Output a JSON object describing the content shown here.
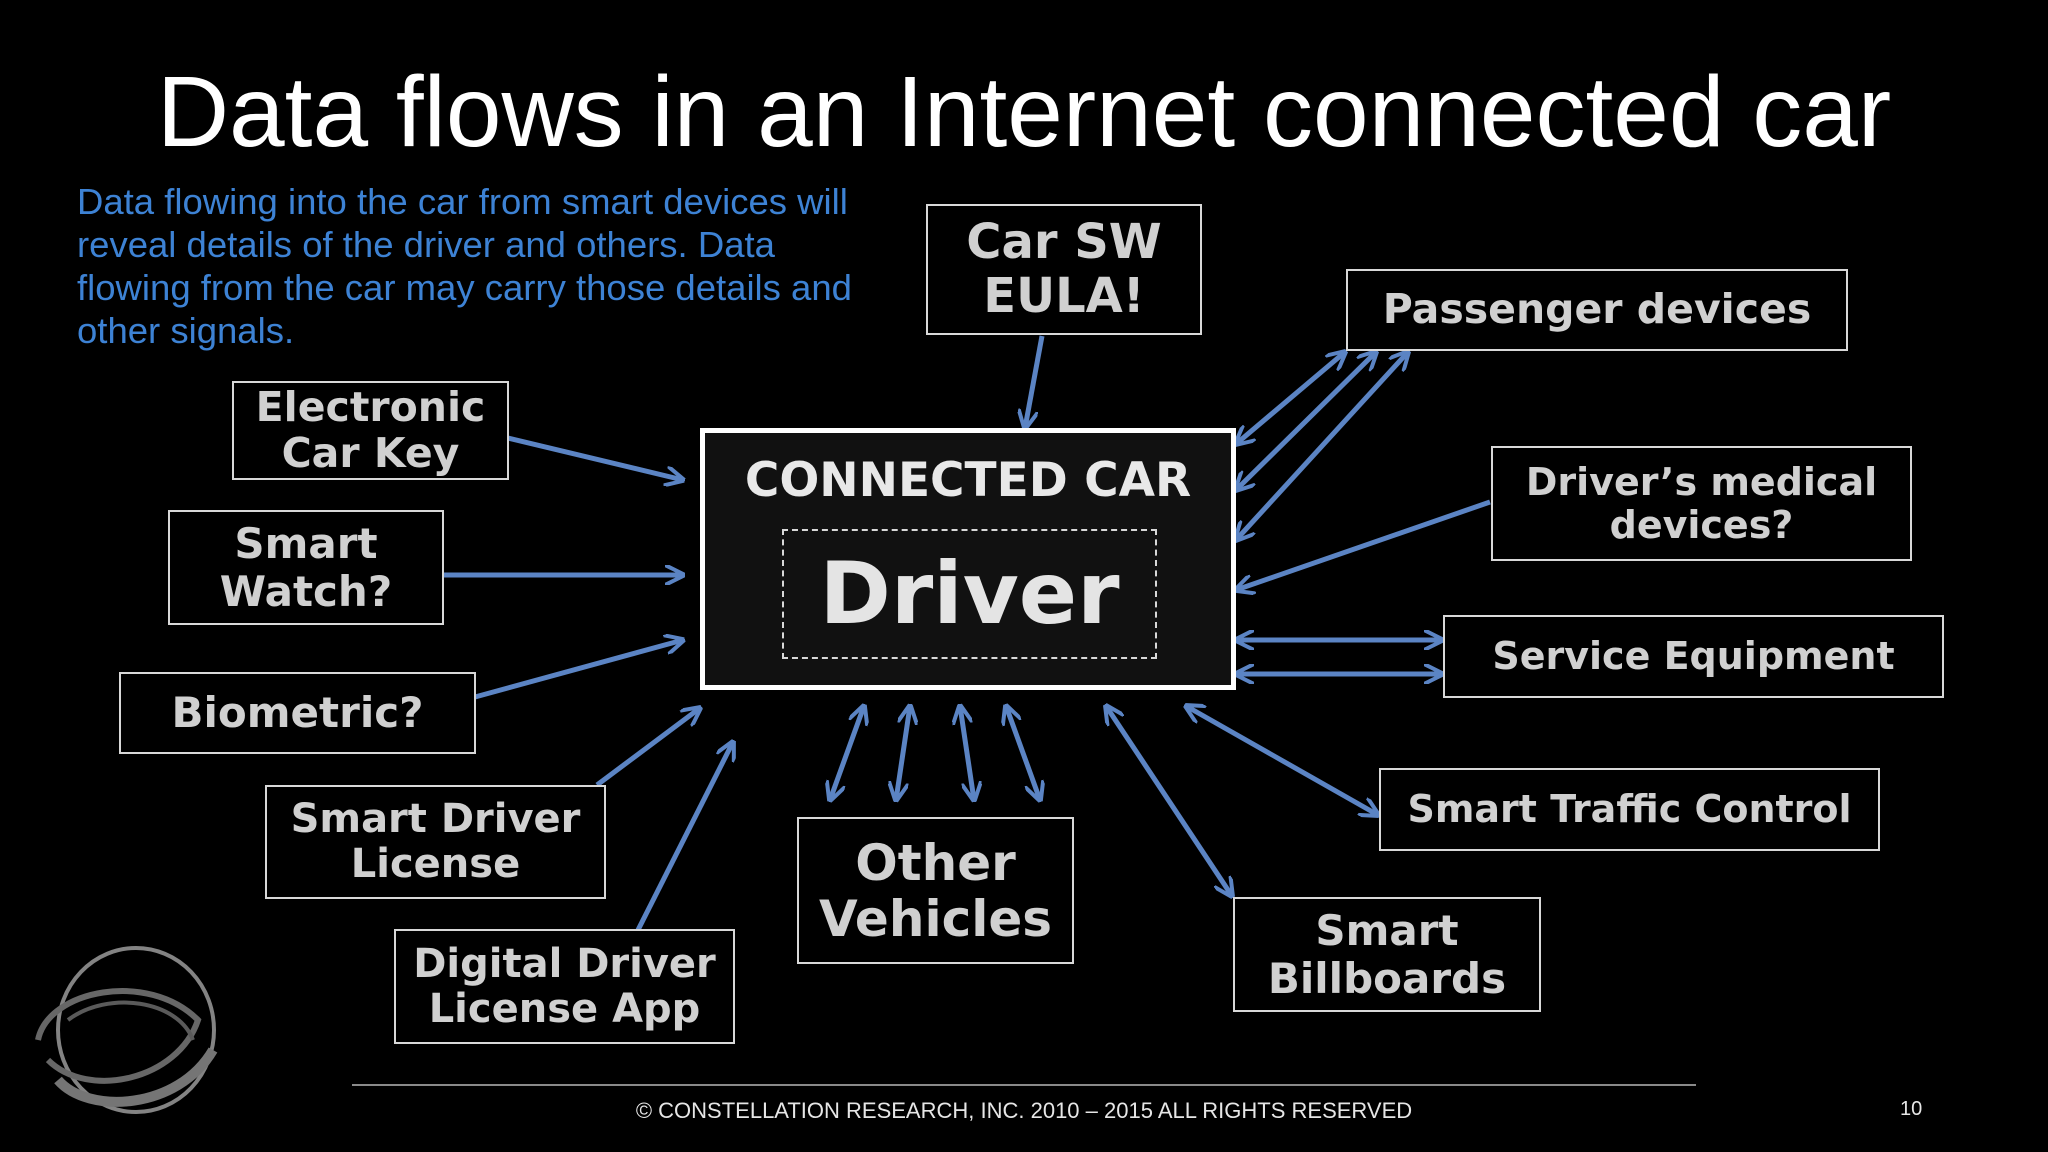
{
  "slide": {
    "title": "Data flows in an Internet connected car",
    "intro": "Data flowing into the car from smart devices will reveal details of the driver and others. Data flowing from the car may carry those details and other signals.",
    "center": {
      "label": "CONNECTED CAR",
      "inner": "Driver"
    },
    "boxes": {
      "eula": "Car SW\nEULA!",
      "passenger": "Passenger devices",
      "medical": "Driver’s medical\ndevices?",
      "service": "Service Equipment",
      "traffic": "Smart Traffic Control",
      "billboards": "Smart\nBillboards",
      "other_vehicles": "Other\nVehicles",
      "digital_license": "Digital Driver\nLicense App",
      "smart_license": "Smart Driver\nLicense",
      "biometric": "Biometric?",
      "watch": "Smart\nWatch?",
      "key": "Electronic\nCar Key"
    },
    "colors": {
      "arrow": "#5b84c4",
      "intro_text": "#3d82d4",
      "background": "#000000"
    },
    "footer": {
      "copyright": "© CONSTELLATION RESEARCH, INC. 2010 – 2015 ALL RIGHTS RESERVED",
      "page": "10"
    },
    "logo_icon": "constellation-swirl-logo"
  }
}
